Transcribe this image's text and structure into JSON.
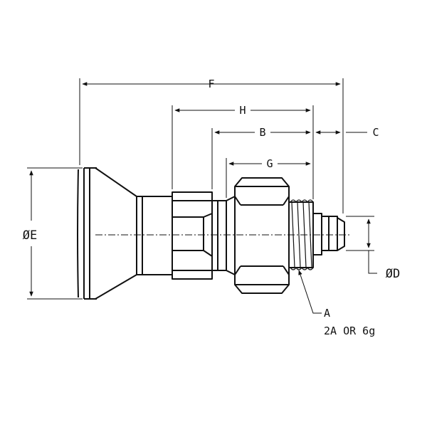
{
  "labels": {
    "F": "F",
    "H": "H",
    "B": "B",
    "C": "C",
    "G": "G",
    "E": "ØE",
    "D": "ØD",
    "A": "A",
    "thread_class": "2A OR 6g"
  },
  "colors": {
    "line": "#111111",
    "background": "#ffffff"
  }
}
